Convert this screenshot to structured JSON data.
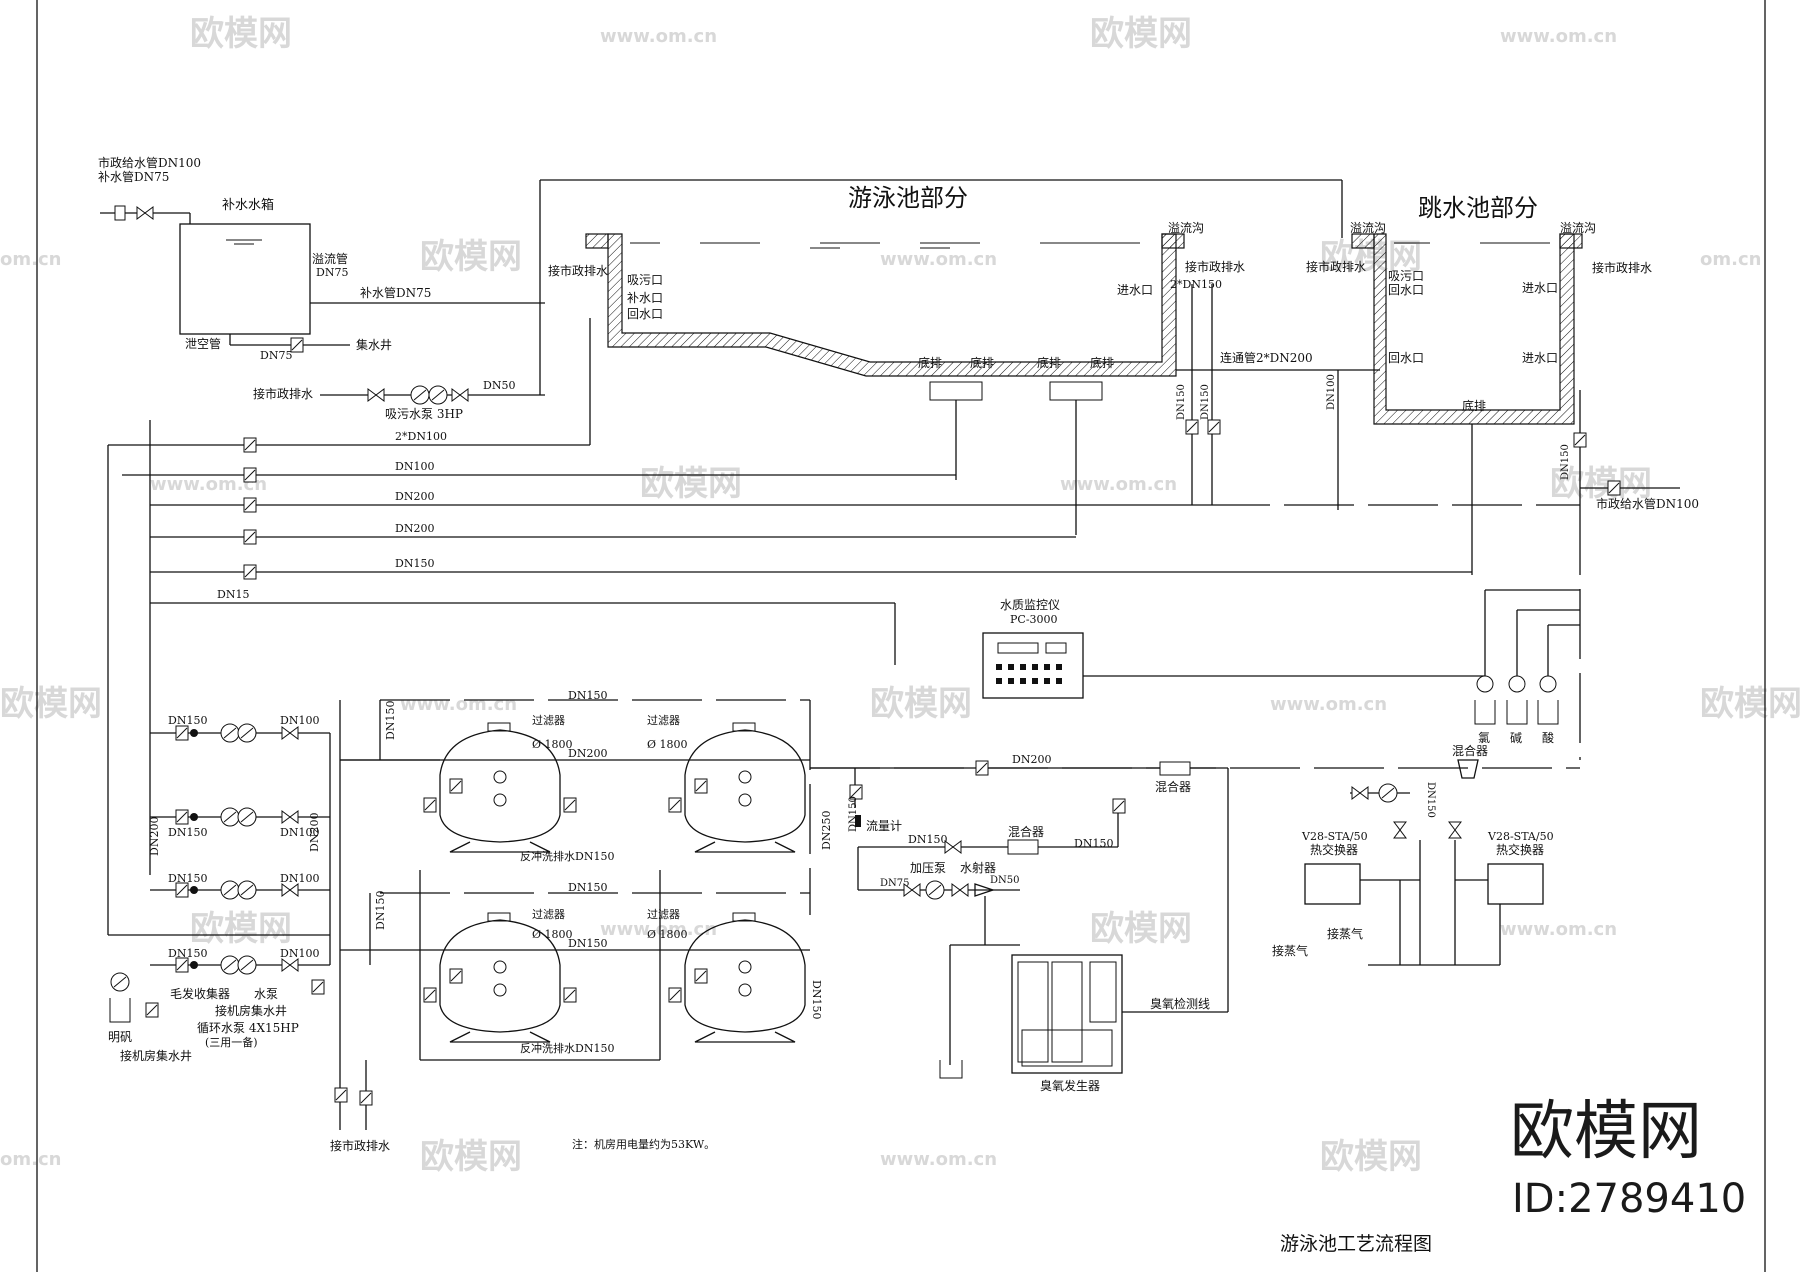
{
  "titles": {
    "pool": "游泳池部分",
    "dive": "跳水池部分",
    "diagram": "游泳池工艺流程图"
  },
  "makeup": {
    "supply_1": "市政给水管DN100",
    "supply_2": "补水管DN75",
    "tank": "补水水箱",
    "overflow": "溢流管",
    "overflow_dn": "DN75",
    "makeup_pipe": "补水管DN75",
    "drain_pipe": "泄空管",
    "drain_dn": "DN75",
    "sump": "集水井",
    "sewer": "接市政排水",
    "suction_pump": "吸污水泵 3HP",
    "dn50": "DN50"
  },
  "pool": {
    "gutter_left_sewer": "接市政排水",
    "suction_port": "吸污口",
    "makeup_port": "补水口",
    "return_port": "回水口",
    "gutter": "溢流沟",
    "inlet": "进水口",
    "bottom_drain": "底排",
    "pipe_2dn150": "2*DN150",
    "sewer_right": "接市政排水",
    "balance": "连通管2*DN200"
  },
  "dive": {
    "gutter": "溢流沟",
    "sewer": "接市政排水",
    "suction_port": "吸污口",
    "return_port": "回水口",
    "inlet": "进水口",
    "bottom_drain": "底排",
    "supply": "市政给水管DN100",
    "sewer_left": "接市政排水"
  },
  "pipes": {
    "p1": "2*DN100",
    "p2": "DN100",
    "p3": "DN200",
    "p4": "DN200",
    "p5": "DN150",
    "p6": "DN15",
    "dn150": "DN150",
    "dn100": "DN100",
    "dn200": "DN200",
    "dn250": "DN250",
    "dn75": "DN75",
    "dn50": "DN50"
  },
  "monitor": {
    "name": "水质监控仪",
    "model": "PC-3000"
  },
  "filters": {
    "name": "过滤器",
    "size": "Ø 1800",
    "backwash": "反冲洗排水DN150"
  },
  "pumps": {
    "hair_collector": "毛发收集器",
    "pump": "水泵",
    "circ_pump": "循环水泵 4X15HP",
    "three_one": "(三用一备)",
    "to_sump": "接机房集水井",
    "alum": "明矾",
    "to_sump2": "接机房集水井",
    "sewer_bottom": "接市政排水"
  },
  "treatment": {
    "flowmeter": "流量计",
    "mixer": "混合器",
    "booster": "加压泵",
    "ejector": "水射器",
    "ozone_line": "臭氧检测线",
    "ozone_gen": "臭氧发生器",
    "chlorine": "氯",
    "alkali": "碱",
    "acid": "酸",
    "hx_model": "V28-STA/50",
    "hx": "热交换器",
    "steam": "接蒸气"
  },
  "note": "注：机房用电量约为53KW。",
  "watermark": {
    "brand": "欧模网",
    "url": "www.om.cn",
    "short": "om.cn"
  },
  "brand": {
    "name": "欧模网",
    "id": "ID:2789410"
  }
}
